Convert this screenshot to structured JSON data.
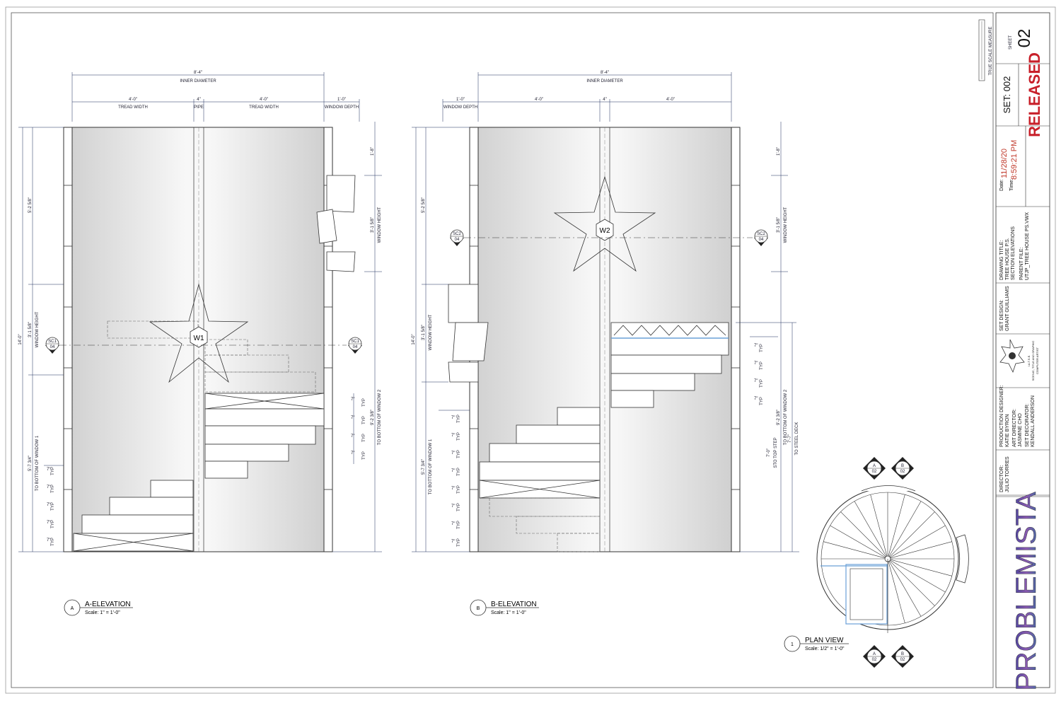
{
  "elevation_a": {
    "marker": "A",
    "title": "A-ELEVATION",
    "scale": "Scale: 1\" = 1'-0\"",
    "overall_width": "8'-4\"",
    "overall_width_label": "INNER DIAMETER",
    "seg_dims": [
      "4'-0\"",
      "4\"",
      "4'-0\"",
      "1'-0\""
    ],
    "seg_labels": [
      "TREAD WIDTH",
      "PIPE",
      "TREAD WIDTH",
      "WINDOW DEPTH"
    ],
    "left_dims": [
      "5'-2 5/8\"",
      "3'-1 5/8\"",
      "14'-0\"",
      "5'-7 3/4\""
    ],
    "left_dim_labels": [
      "WINDOW HEIGHT",
      "TO BOTTOM OF WINDOW 1"
    ],
    "right_dims": [
      "1'-8\"",
      "3'-1 5/8\"",
      "9'-2 3/8\""
    ],
    "right_dim_labels": [
      "WINDOW HEIGHT",
      "TO BOTTOM OF WINDOW 2"
    ],
    "rise_dim": "7\"",
    "typ": "TYP",
    "window_tag": "W1",
    "section_tag": "SC1",
    "section_sheet": "04"
  },
  "elevation_b": {
    "marker": "B",
    "title": "B-ELEVATION",
    "scale": "Scale: 1\" = 1'-0\"",
    "overall_width": "8'-4\"",
    "overall_width_label": "INNER DIAMETER",
    "seg_dims": [
      "1'-0\"",
      "4'-0\"",
      "4\"",
      "4'-0\""
    ],
    "seg_labels": [
      "WINDOW DEPTH"
    ],
    "left_dims": [
      "5'-2 5/8\"",
      "3'-1 5/8\"",
      "14'-0\"",
      "5'-7 3/4\""
    ],
    "left_dim_labels": [
      "WINDOW HEIGHT",
      "TO BOTTOM OF WINDOW 1"
    ],
    "right_dims": [
      "1'-8\"",
      "3'-1 5/8\"",
      "9'-2 3/8\"",
      "7'-0\"",
      "7'-7\""
    ],
    "right_dim_labels": [
      "WINDOW HEIGHT",
      "TO BOTTOM OF WINDOW 2",
      "STO TOP STEP",
      "TO STEEL DECK"
    ],
    "rise_dim": "7\"",
    "typ": "TYP",
    "window_tag": "W2",
    "section_tag": "SC2",
    "section_sheet": "04"
  },
  "plan": {
    "marker": "1",
    "title": "PLAN VIEW",
    "scale": "Scale: 1/2\" = 1'-0\"",
    "refs": [
      {
        "letter": "A",
        "sheet": "02"
      },
      {
        "letter": "B",
        "sheet": "02"
      },
      {
        "letter": "A",
        "sheet": "02"
      },
      {
        "letter": "B",
        "sheet": "02"
      }
    ]
  },
  "title_block": {
    "sheet_label": "SHEET",
    "sheet_number": "02",
    "true_scale_label": "TRUE SCALE MEASURE",
    "set": "SET: 002",
    "status": "RELEASED",
    "date_label": "Date:",
    "date": "11/28/20",
    "time_label": "Time:",
    "time": "8:59:21 PM",
    "drawing_title_label": "DRAWING TITLE:",
    "drawing_title_1": "TREE HOUSE P.S.",
    "drawing_title_2": "SECTION ELEVATIONS",
    "parent_file_label": "PARENT FILE:",
    "parent_file": "UTJP_TREE HOUSE PS.VWX",
    "set_design_label": "SET DESIGN:",
    "set_design": "GRANT GUILLIAMS",
    "union_text_1": "I.A.T.S.E.",
    "union_text_2": "SCENIC, TITLE AND GRAPHIC",
    "union_text_3": "COMPUTER ARTIST",
    "production_designer_label": "PRODUCTION DESIGNER:",
    "production_designer": "KATIE BYRON",
    "art_director_label": "ART DIRECTOR:",
    "art_director": "JASMINE CHO",
    "set_decorator_label": "SET DECORATOR:",
    "set_decorator": "KENDALL ANDERSON",
    "director_label": "DIRECTOR:",
    "director": "JULIO TORRES",
    "logo": "PROBLEMISTA"
  },
  "colors": {
    "line": "#333333",
    "dim_line": "#1c2d5c",
    "status_red": "#c8202a",
    "date_orange": "#c0392b"
  }
}
